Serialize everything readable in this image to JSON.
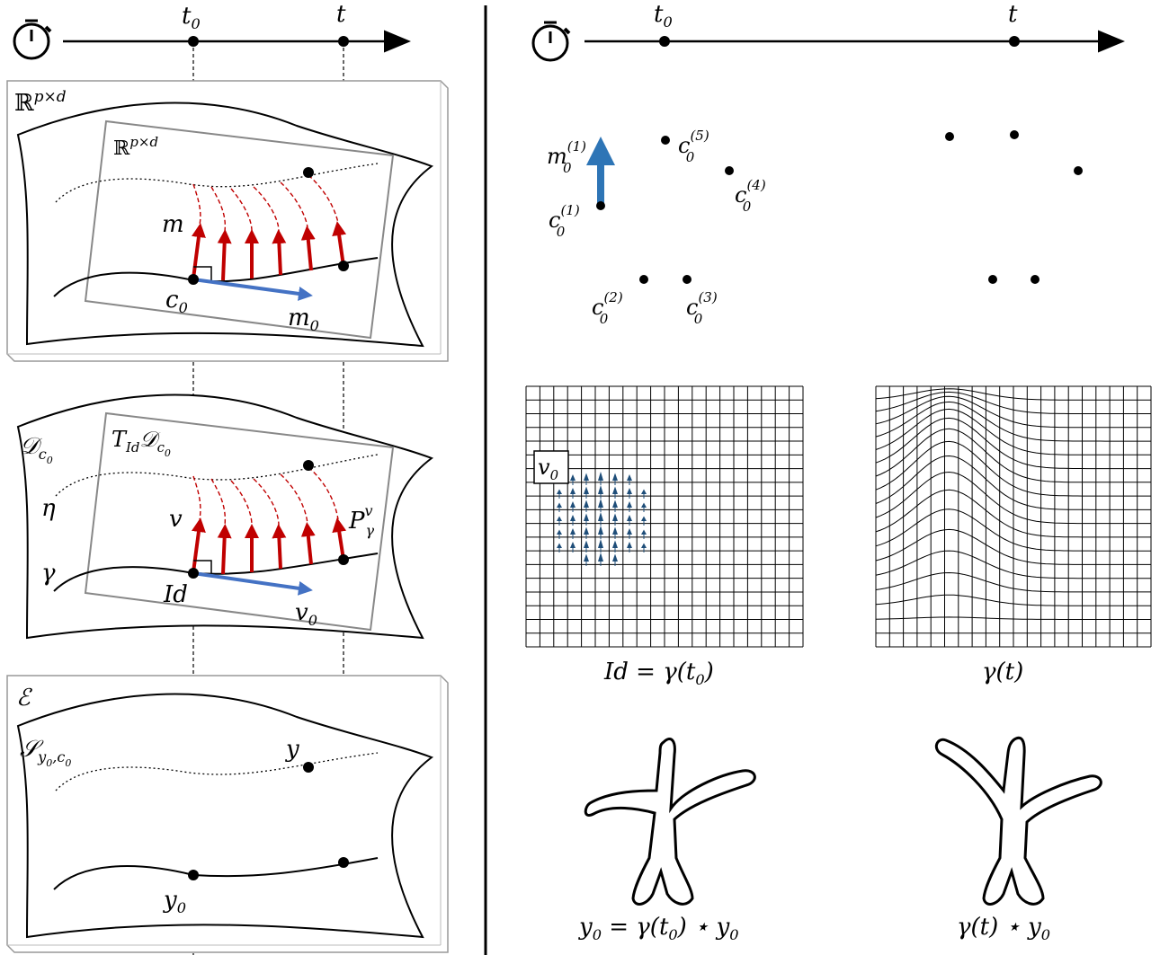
{
  "left_panel": {
    "timeline": {
      "t0": "t",
      "t0_sub": "0",
      "t": "t"
    },
    "box1": {
      "outer_space": "ℝ",
      "outer_space_sup": "p×d",
      "inner_space": "ℝ",
      "inner_space_sup": "p×d",
      "m_label": "m",
      "c0_label": "c",
      "c0_sub": "0",
      "m0_label": "m",
      "m0_sub": "0"
    },
    "box2": {
      "manifold": "𝒟",
      "manifold_sub": "c",
      "manifold_subsub": "0",
      "tangent": "T",
      "tangent_sub": "Id",
      "tangent_space": "𝒟",
      "tangent_space_sub": "c",
      "tangent_space_subsub": "0",
      "eta": "η",
      "gamma": "γ",
      "v_label": "v",
      "id_label": "Id",
      "v0_label": "v",
      "v0_sub": "0",
      "transport": "P",
      "transport_sup": "v",
      "transport_sub": "γ"
    },
    "box3": {
      "space": "ℰ",
      "shape_space": "𝒮",
      "shape_space_sub": "y",
      "shape_space_subsub": "0",
      "shape_space_sub2": ",c",
      "shape_space_subsub2": "0",
      "y_label": "y",
      "y0_label": "y",
      "y0_sub": "0"
    }
  },
  "right_panel": {
    "timeline": {
      "t0": "t",
      "t0_sub": "0",
      "t": "t"
    },
    "control_points": [
      {
        "base": "c",
        "sub": "0",
        "sup": "(1)"
      },
      {
        "base": "c",
        "sub": "0",
        "sup": "(2)"
      },
      {
        "base": "c",
        "sub": "0",
        "sup": "(3)"
      },
      {
        "base": "c",
        "sub": "0",
        "sup": "(4)"
      },
      {
        "base": "c",
        "sub": "0",
        "sup": "(5)"
      }
    ],
    "momentum": {
      "base": "m",
      "sub": "0",
      "sup": "(1)"
    },
    "grid_left": {
      "tag": "v",
      "tag_sub": "0",
      "caption_a": "Id = γ(t",
      "caption_sub": "0",
      "caption_b": ")"
    },
    "grid_right": {
      "caption": "γ(t)"
    },
    "shape_left": {
      "caption_a": "y",
      "caption_sub": "0",
      "caption_b": " = γ(t",
      "caption_sub2": "0",
      "caption_c": ") ⋆ y",
      "caption_sub3": "0"
    },
    "shape_right": {
      "caption_a": "γ(t) ⋆ y",
      "caption_sub": "0"
    }
  },
  "colors": {
    "red_arrow": "#c00000",
    "blue_arrow": "#4472c4",
    "momentum_arrow": "#2e75b6",
    "vector_field": "#1f4e79"
  }
}
